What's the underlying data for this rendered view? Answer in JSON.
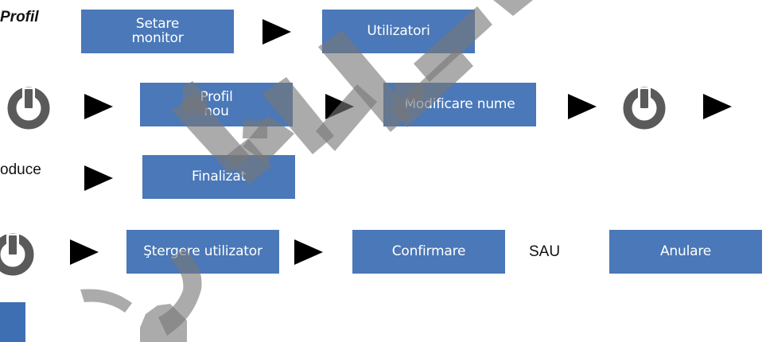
{
  "labels": {
    "profil": "Profil",
    "introduce": "oduce",
    "sau": "SAU"
  },
  "buttons": {
    "setare_monitor": "Setare\nmonitor",
    "utilizatori": "Utilizatori",
    "profil_nou": "Profil\nnou",
    "modificare_nume": "Modificare nume",
    "finalizat": "Finalizat",
    "stergere_utilizator": "Ştergere utilizator",
    "confirmare": "Confirmare",
    "anulare": "Anulare"
  },
  "watermark": {
    "text": "SOLE",
    "color": "#000000"
  },
  "colors": {
    "button_blue": "#4a78b8",
    "arrow": "#000000",
    "icon_gray": "#5a5a5a"
  },
  "icons": {
    "power": "power-icon",
    "arrow": "right-triangle-arrow"
  }
}
